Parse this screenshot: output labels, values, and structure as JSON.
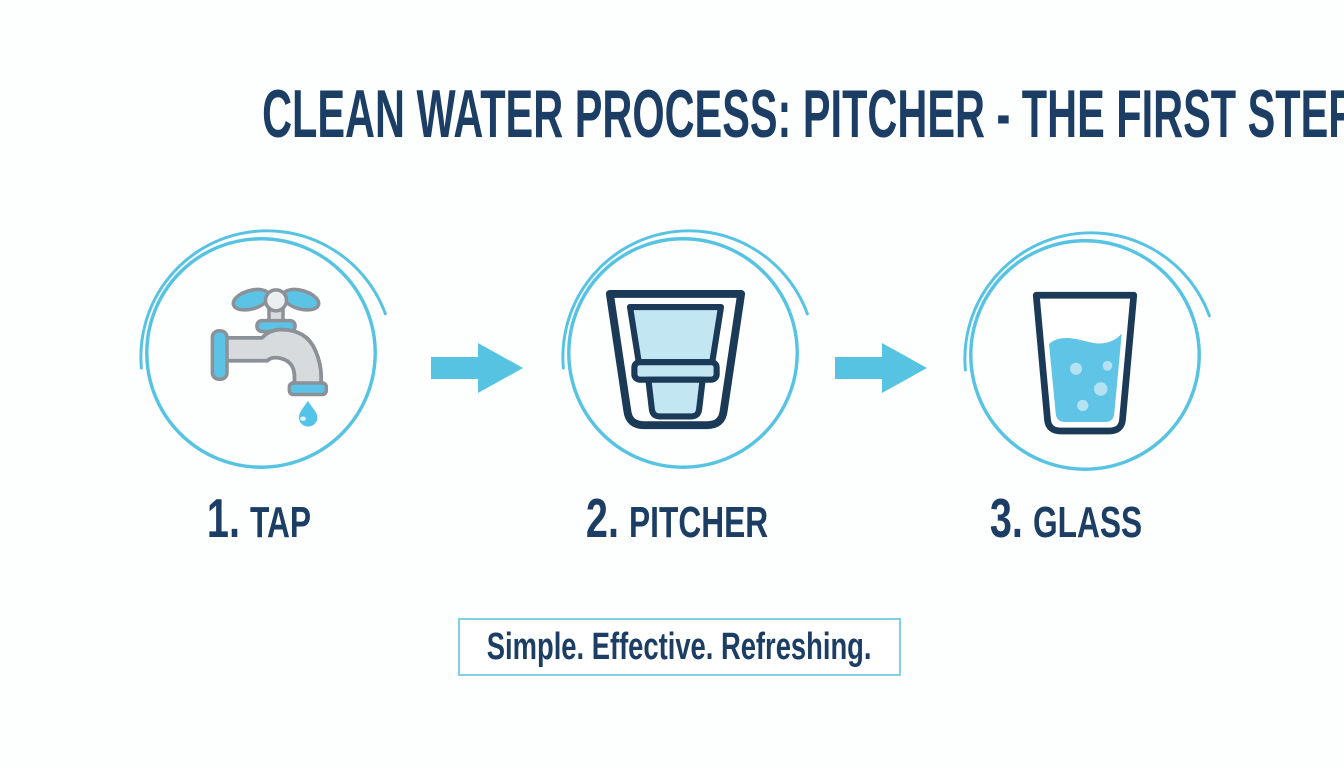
{
  "title": "CLEAN WATER PROCESS: PITCHER - THE FIRST STEP",
  "steps": [
    {
      "number": "1.",
      "label": "TAP",
      "icon": "faucet-icon"
    },
    {
      "number": "2.",
      "label": "PITCHER",
      "icon": "pitcher-icon"
    },
    {
      "number": "3.",
      "label": "GLASS",
      "icon": "glass-icon"
    }
  ],
  "tagline": "Simple. Effective. Refreshing.",
  "colors": {
    "title_navy": "#1c3d64",
    "icon_outline_navy": "#1a3a57",
    "sky_blue": "#56c3e3",
    "light_blue_fill": "#c3e6f3",
    "water_blue": "#60c4e6",
    "bubble_blue": "#b4e2f2",
    "faucet_gray_fill": "#d8dbde",
    "faucet_gray_outline": "#8b9197",
    "tagline_border": "#82cfe6",
    "background": "#fdfefe"
  }
}
